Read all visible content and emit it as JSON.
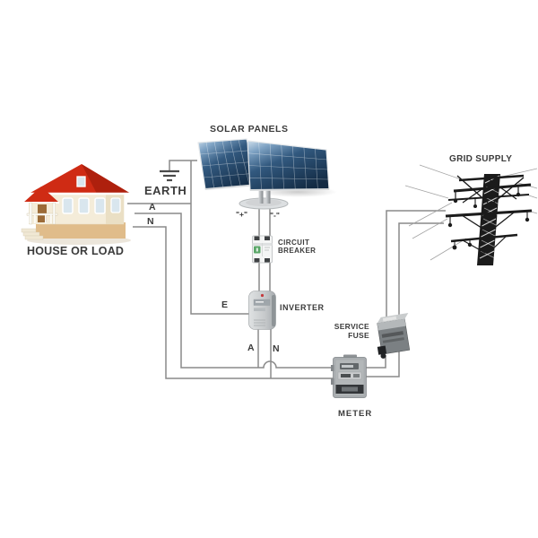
{
  "labels": {
    "solar_panels": "SOLAR PANELS",
    "earth": "EARTH",
    "house_or_load": "HOUSE OR LOAD",
    "grid_supply": "GRID SUPPLY",
    "circuit_breaker": {
      "line1": "CIRCUIT",
      "line2": "BREAKER"
    },
    "inverter": "INVERTER",
    "service_fuse": {
      "line1": "SERVICE",
      "line2": "FUSE"
    },
    "meter": "METER"
  },
  "wire_labels": {
    "house_active": "A",
    "house_neutral": "N",
    "inverter_earth": "E",
    "inverter_active": "A",
    "inverter_neutral": "N",
    "dc_positive": "\"+\"",
    "dc_negative": "\"-\""
  },
  "colors": {
    "background": "#ffffff",
    "wire": "#8a8a8a",
    "ground": "#4a4a4a",
    "text": "#3b3b3b",
    "roof_red": "#cf2b14",
    "roof_red_dark": "#a81f0c",
    "wall_cream": "#f4ecd9",
    "base_tan": "#e0bc8a",
    "panel_blue_dark": "#122a43",
    "panel_blue_mid": "#32597f",
    "panel_highlight": "#cfdfec",
    "device_gray": "#a9adb0",
    "fuse_gray": "#7b8083",
    "breaker_green": "#5aa668",
    "tower_black": "#1b1b1b"
  }
}
